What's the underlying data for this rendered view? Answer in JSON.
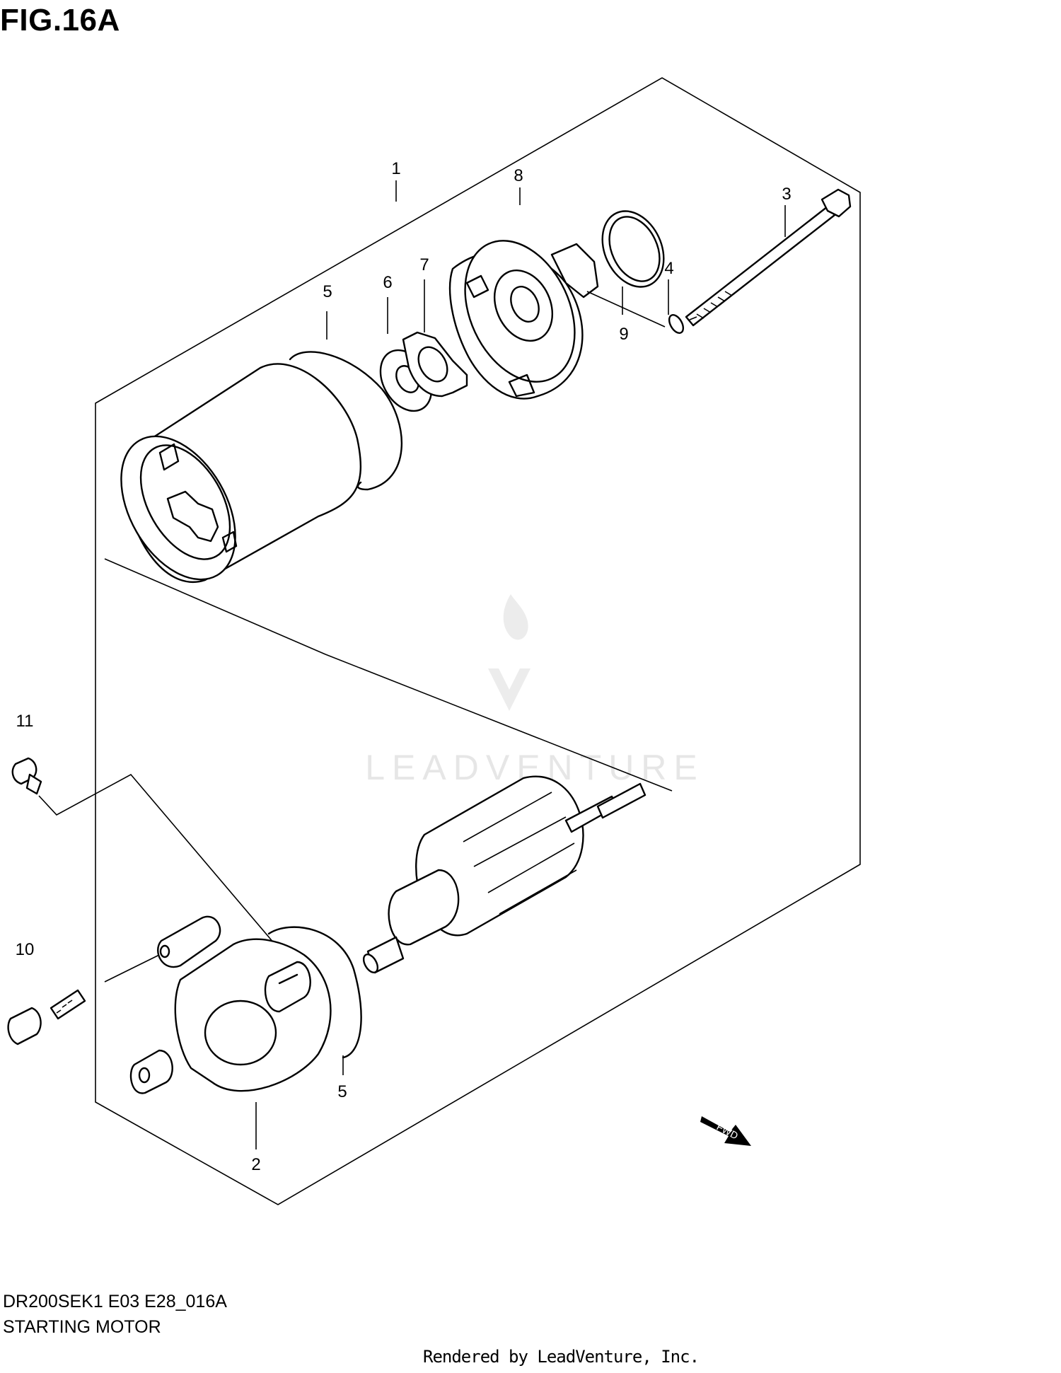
{
  "figure": {
    "title": "FIG.16A",
    "code": "DR200SEK1 E03 E28_016A",
    "caption": "STARTING MOTOR",
    "rendered_by": "Rendered by LeadVenture, Inc."
  },
  "watermark": {
    "text": "LEADVENTURE"
  },
  "fwd_badge": {
    "text": "FWD"
  },
  "callouts": {
    "c1": "1",
    "c2": "2",
    "c3": "3",
    "c4": "4",
    "c5a": "5",
    "c5b": "5",
    "c6": "6",
    "c7": "7",
    "c8": "8",
    "c9": "9",
    "c10": "10",
    "c11": "11"
  },
  "colors": {
    "line": "#000000",
    "background": "#ffffff",
    "watermark": "#e6e6e6"
  }
}
